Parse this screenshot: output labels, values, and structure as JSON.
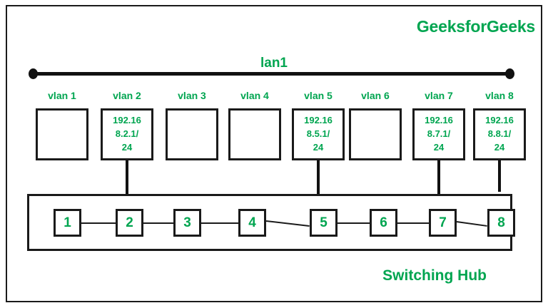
{
  "brand": "GeeksforGeeks",
  "bus": {
    "label": "lan1",
    "left_terminator": "bus-endpoint-dot",
    "right_terminator": "bus-endpoint-dot"
  },
  "vlans": [
    {
      "label": "vlan 1",
      "ip": null,
      "ip_lines": [],
      "connected_to_hub": false
    },
    {
      "label": "vlan 2",
      "ip": "192.168.2.1/24",
      "ip_lines": [
        "192.16",
        "8.2.1/",
        "24"
      ],
      "connected_to_hub": true
    },
    {
      "label": "vlan 3",
      "ip": null,
      "ip_lines": [],
      "connected_to_hub": false
    },
    {
      "label": "vlan 4",
      "ip": null,
      "ip_lines": [],
      "connected_to_hub": false
    },
    {
      "label": "vlan 5",
      "ip": "192.168.5.1/24",
      "ip_lines": [
        "192.16",
        "8.5.1/",
        "24"
      ],
      "connected_to_hub": true
    },
    {
      "label": "vlan 6",
      "ip": null,
      "ip_lines": [],
      "connected_to_hub": false
    },
    {
      "label": "vlan 7",
      "ip": "192.168.7.1/24",
      "ip_lines": [
        "192.16",
        "8.7.1/",
        "24"
      ],
      "connected_to_hub": true
    },
    {
      "label": "vlan 8",
      "ip": "192.168.8.1/24",
      "ip_lines": [
        "192.16",
        "8.8.1/",
        "24"
      ],
      "connected_to_hub": true
    }
  ],
  "hub": {
    "caption": "Switching Hub",
    "ports": [
      "1",
      "2",
      "3",
      "4",
      "5",
      "6",
      "7",
      "8"
    ]
  },
  "colors": {
    "accent_green": "#00a550",
    "line_black": "#1a1a1a",
    "background": "#ffffff"
  }
}
